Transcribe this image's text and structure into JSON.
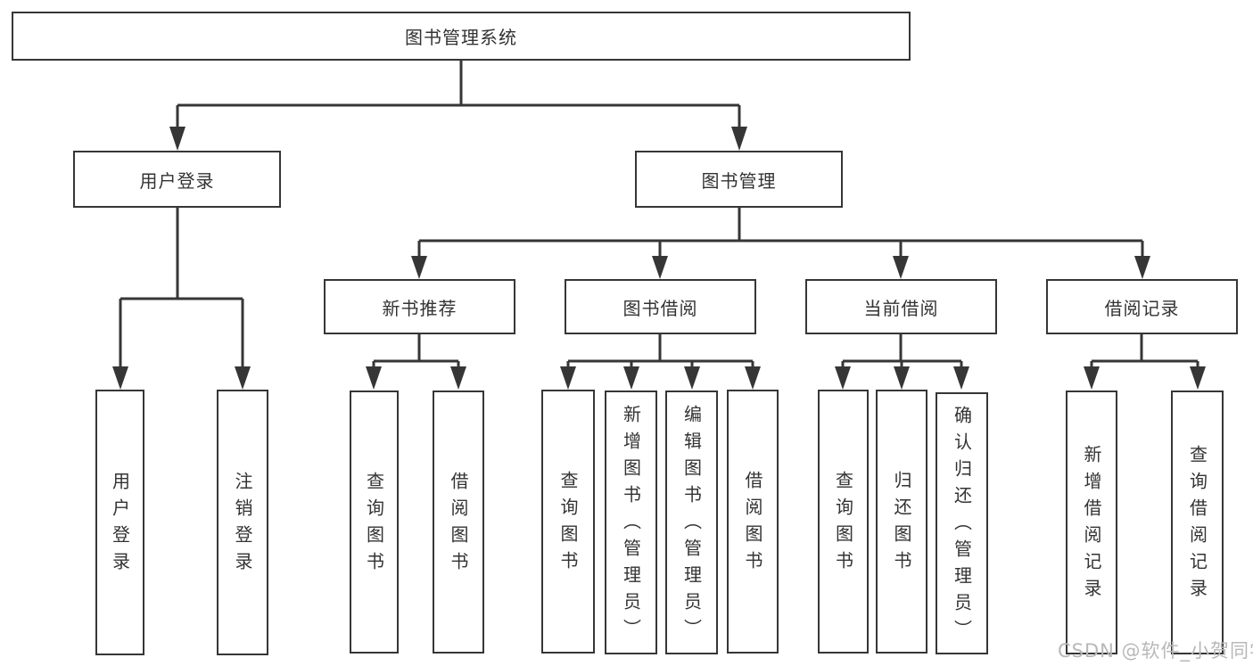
{
  "diagram": {
    "title": "图书管理系统",
    "root": "图书管理系统",
    "level2": {
      "user_group": "用户登录",
      "book_group": "图书管理"
    },
    "level3": {
      "new_book": "新书推荐",
      "book_borrow": "图书借阅",
      "current_borrow": "当前借阅",
      "borrow_record": "借阅记录"
    },
    "leaves": {
      "user_login": "用户登录",
      "logout": "注销登录",
      "nb_query": "查询图书",
      "nb_borrow": "借阅图书",
      "bb_query": "查询图书",
      "bb_add": "新增图书（管理员）",
      "bb_edit": "编辑图书（管理员）",
      "bb_borrow": "借阅图书",
      "cb_query": "查询图书",
      "cb_return": "归还图书",
      "cb_confirm": "确认归还（管理员）",
      "br_add": "新增借阅记录",
      "br_query": "查询借阅记录"
    }
  },
  "colors": {
    "line": "#363636",
    "text": "#333333",
    "box_background": "#ffffff",
    "watermark": "#b8b8b8"
  },
  "watermark": "CSDN @软件_小贺同学"
}
